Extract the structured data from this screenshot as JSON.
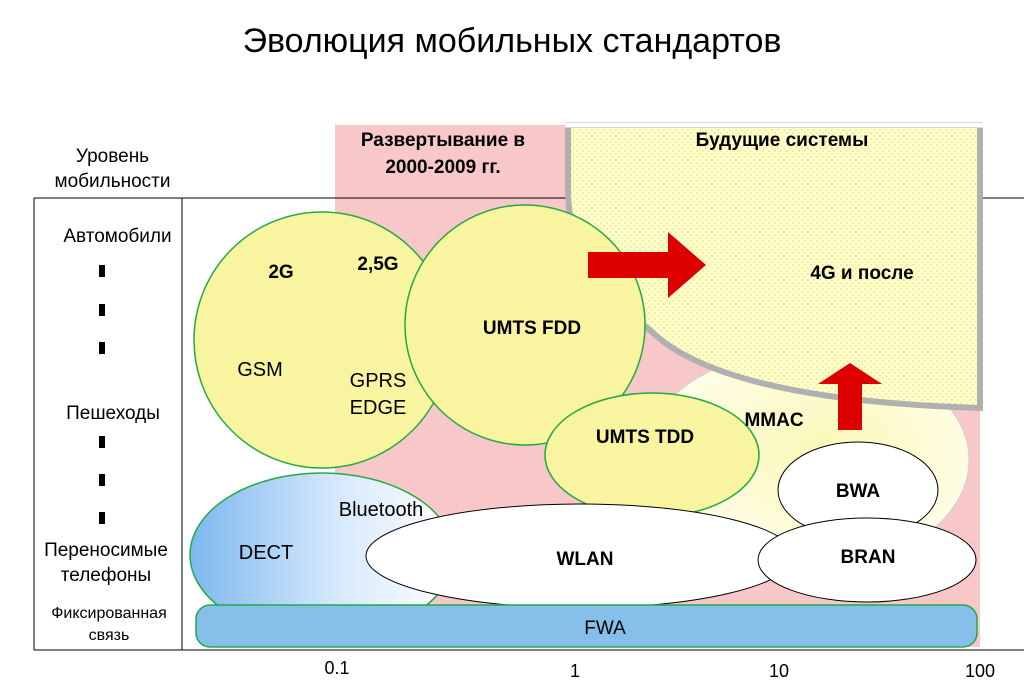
{
  "title": "Эволюция мобильных стандартов",
  "y_axis": {
    "heading_line1": "Уровень",
    "heading_line2": "мобильности",
    "levels": {
      "cars": "Автомобили",
      "pedestrians": "Пешеходы",
      "portable_line1": "Переносимые",
      "portable_line2": "телефоны",
      "fixed_line1": "Фиксированная",
      "fixed_line2": "связь"
    }
  },
  "x_axis": {
    "ticks": [
      "0.1",
      "1",
      "10",
      "100"
    ]
  },
  "regions": {
    "deployment_line1": "Развертывание в",
    "deployment_line2": "2000-2009 гг.",
    "future": "Будущие системы",
    "future_label": "4G и после"
  },
  "bubbles": {
    "g2": "2G",
    "g25": "2,5G",
    "gsm": "GSM",
    "gprs": "GPRS",
    "edge": "EDGE",
    "umts_fdd": "UMTS FDD",
    "umts_tdd": "UMTS TDD",
    "mmac": "MMAC",
    "bwa": "BWA",
    "bran": "BRAN",
    "bluetooth": "Bluetooth",
    "dect": "DECT",
    "wlan": "WLAN",
    "fwa": "FWA"
  },
  "colors": {
    "pink_region": "#f8c8c8",
    "future_fill": "#ffffcc",
    "bubble_yellow": "#f8f4a0",
    "arrow_red": "#dd0000",
    "fwa_blue": "#86c0ea",
    "dect_blue": "#7db8ee",
    "border_gray": "#aaaaaa"
  }
}
